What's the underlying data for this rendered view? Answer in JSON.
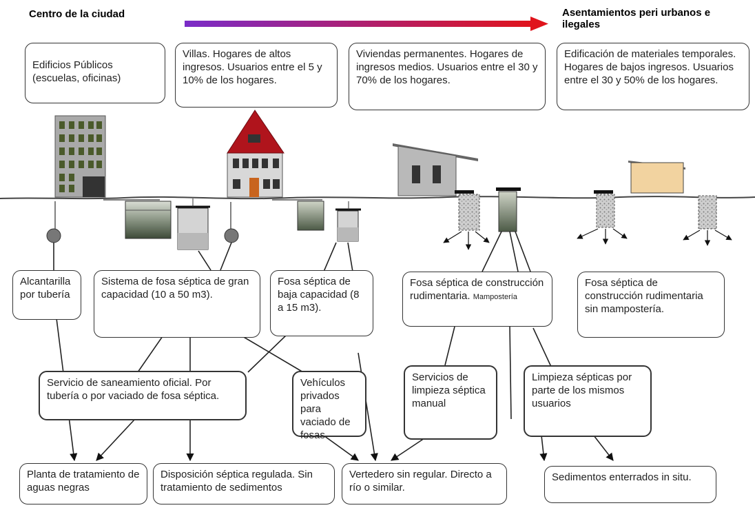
{
  "header": {
    "left": "Centro de la ciudad",
    "right": "Asentamientos peri urbanos e\nilegales"
  },
  "top_boxes": [
    "Edificios Públicos\n(escuelas, oficinas)",
    "Villas. Hogares de altos ingresos. Usuarios entre el 5 y 10% de los hogares.",
    "Viviendas permanentes. Hogares de ingresos medios. Usuarios entre el 30 y 70% de los hogares.",
    "Edificación de materiales temporales. Hogares de bajos ingresos. Usuarios entre el 30 y 50% de los hogares."
  ],
  "systems": {
    "alcantarilla": "Alcantarilla por tubería",
    "gran_capacidad": "Sistema de fosa séptica de gran capacidad (10 a 50 m3).",
    "baja_capacidad": "Fosa séptica de baja capacidad (8 a 15 m3).",
    "rudimentaria_main": "Fosa séptica de construcción rudimentaria.",
    "rudimentaria_small": "Mampostería",
    "sin_mamposteria": "Fosa séptica de construcción rudimentaria sin mampostería."
  },
  "services": {
    "oficial": "Servicio de saneamiento oficial. Por tubería o por vaciado de fosa séptica.",
    "vehiculos": "Vehículos privados para vaciado de fosas",
    "manual": "Servicios de limpieza séptica manual",
    "usuarios": "Limpieza sépticas por parte de los mismos usuarios"
  },
  "outcomes": {
    "planta": "Planta de tratamiento de aguas negras",
    "disposicion": "Disposición séptica regulada. Sin tratamiento de sedimentos",
    "vertedero": "Vertedero sin regular. Directo a río o similar.",
    "sedimentos": "Sedimentos enterrados in situ."
  },
  "colors": {
    "arrow_start": "#7a2cc8",
    "arrow_end": "#e0141c",
    "roof_red": "#b0141c",
    "building_gray": "#a9a9a9",
    "window_green": "#4a5a2a",
    "hut_tan": "#f2d3a0"
  }
}
